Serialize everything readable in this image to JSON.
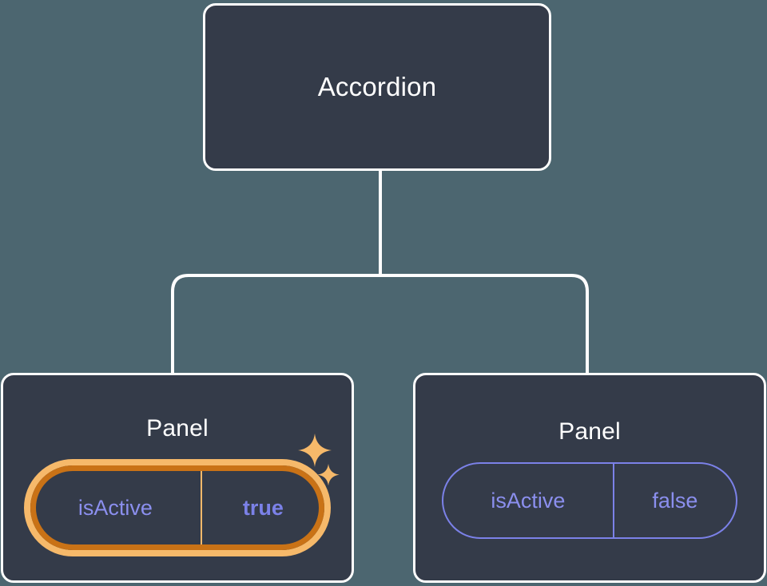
{
  "canvas": {
    "background_color": "#4c6670",
    "node_fill_color": "#343b49",
    "node_border_color": "#ffffff",
    "connector_color": "#ffffff",
    "accent_purple": "#7b81e8",
    "highlight_outer_color": "#c97216",
    "highlight_inner_color": "#f6b96a",
    "sparkle_color": "#f6b96a"
  },
  "tree": {
    "root": {
      "title": "Accordion"
    },
    "children": [
      {
        "title": "Panel",
        "highlighted": true,
        "prop": {
          "key": "isActive",
          "value": "true"
        },
        "decorations": [
          "sparkle-large",
          "sparkle-small"
        ]
      },
      {
        "title": "Panel",
        "highlighted": false,
        "prop": {
          "key": "isActive",
          "value": "false"
        },
        "decorations": []
      }
    ]
  }
}
